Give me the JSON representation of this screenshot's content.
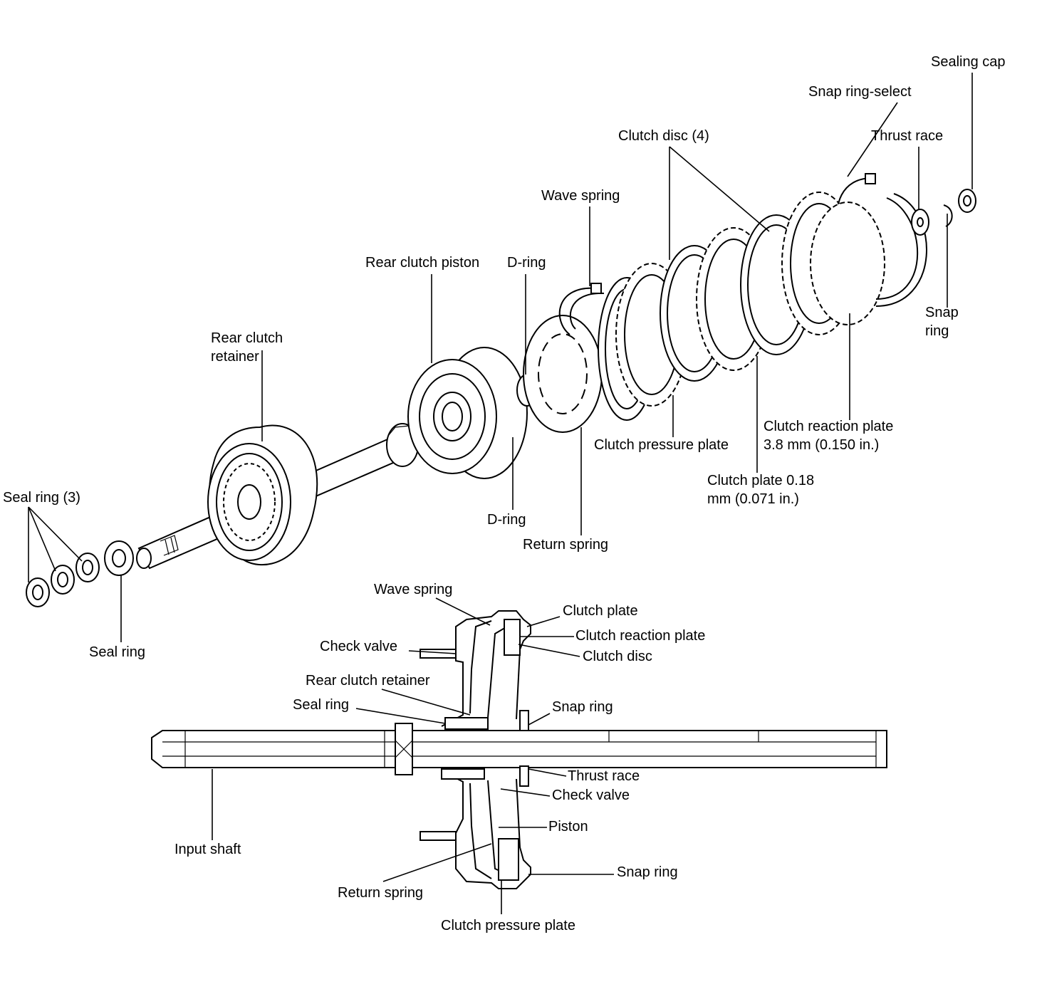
{
  "exploded_view": {
    "sealing_cap": "Sealing cap",
    "snap_ring_select": "Snap ring-select",
    "thrust_race": "Thrust race",
    "clutch_disc_4": "Clutch disc (4)",
    "wave_spring": "Wave spring",
    "rear_clutch_piston": "Rear clutch piston",
    "d_ring_top": "D-ring",
    "rear_clutch_retainer": "Rear clutch retainer",
    "snap_ring": "Snap ring",
    "clutch_reaction_plate": "Clutch reaction plate 3.8 mm (0.150 in.)",
    "clutch_pressure_plate": "Clutch pressure plate",
    "clutch_plate": "Clutch plate 0.18 mm (0.071 in.)",
    "seal_ring_3": "Seal ring (3)",
    "d_ring_bottom": "D-ring",
    "return_spring": "Return spring",
    "seal_ring": "Seal ring"
  },
  "section_view": {
    "wave_spring": "Wave spring",
    "clutch_plate": "Clutch plate",
    "clutch_reaction_plate": "Clutch reaction plate",
    "check_valve_top": "Check valve",
    "clutch_disc": "Clutch disc",
    "rear_clutch_retainer": "Rear clutch retainer",
    "seal_ring": "Seal ring",
    "snap_ring_top": "Snap ring",
    "thrust_race": "Thrust race",
    "check_valve_bottom": "Check valve",
    "piston": "Piston",
    "input_shaft": "Input shaft",
    "snap_ring_bottom": "Snap ring",
    "return_spring": "Return spring",
    "clutch_pressure_plate": "Clutch pressure plate"
  }
}
